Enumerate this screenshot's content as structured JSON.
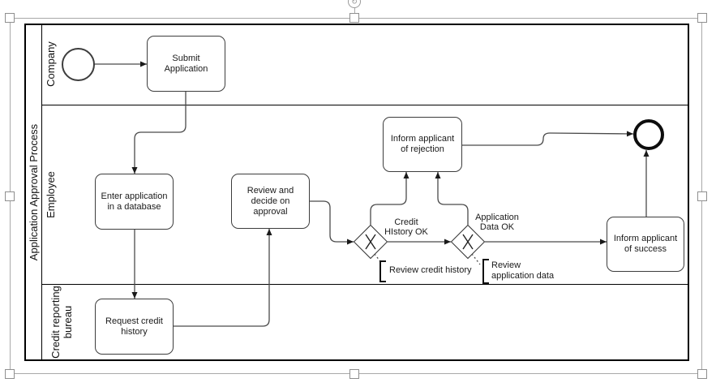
{
  "pool": {
    "title": "Application Approval Process"
  },
  "lanes": [
    {
      "label": "Company"
    },
    {
      "label": "Employee"
    },
    {
      "label": "Credit reporting bureau"
    }
  ],
  "nodes": {
    "submit": {
      "label": "Submit Application"
    },
    "enter": {
      "label": "Enter application in a database"
    },
    "request": {
      "label": "Request credit history"
    },
    "review": {
      "label": "Review and decide on approval"
    },
    "reject": {
      "label": "Inform applicant of rejection"
    },
    "success": {
      "label": "Inform applicant of success"
    }
  },
  "gateways": {
    "credit": {
      "label": "Credit HIstory OK",
      "marker": "X"
    },
    "application": {
      "label": "Application Data OK",
      "marker": "X"
    }
  },
  "annotations": {
    "credit": {
      "text": "Review credit history"
    },
    "application": {
      "text": "Review application data"
    }
  },
  "selection": {
    "rotation_glyph": "↻"
  },
  "colors": {
    "stroke": "#3d3d3d",
    "pool_border": "#000000",
    "selection": "#a9a9a9",
    "background": "#ffffff"
  }
}
